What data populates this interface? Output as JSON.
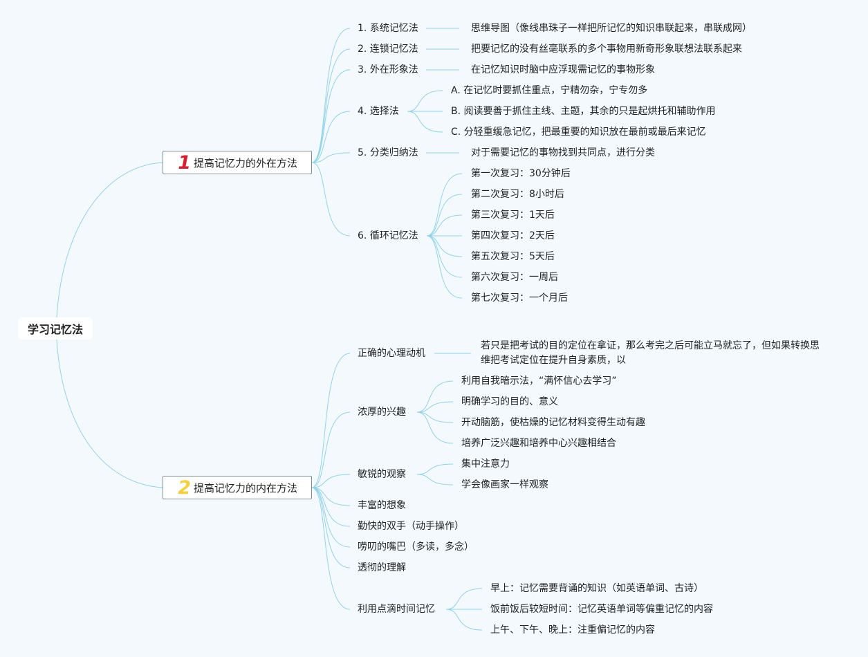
{
  "root": {
    "label": "学习记忆法"
  },
  "branches": [
    {
      "number": "1",
      "number_color": "#d6202d",
      "label": "提高记忆力的外在方法",
      "children": [
        {
          "label": "1. 系统记忆法",
          "details": [
            "思维导图（像线串珠子一样把所记忆的知识串联起来，串联成网）"
          ]
        },
        {
          "label": "2. 连锁记忆法",
          "details": [
            "把要记忆的没有丝毫联系的多个事物用新奇形象联想法联系起来"
          ]
        },
        {
          "label": "3. 外在形象法",
          "details": [
            "在记忆知识时脑中应浮现需记忆的事物形象"
          ]
        },
        {
          "label": "4. 选择法",
          "details": [
            "A. 在记忆时要抓住重点，宁精勿杂，宁专勿多",
            "B. 阅读要善于抓住主线、主题，其余的只是起烘托和辅助作用",
            "C. 分轻重缓急记忆，把最重要的知识放在最前或最后来记忆"
          ]
        },
        {
          "label": "5. 分类归纳法",
          "details": [
            "对于需要记忆的事物找到共同点，进行分类"
          ]
        },
        {
          "label": "6. 循环记忆法",
          "details": [
            "第一次复习：30分钟后",
            "第二次复习：8小时后",
            "第三次复习：1天后",
            "第四次复习：2天后",
            "第五次复习：5天后",
            "第六次复习：一周后",
            "第七次复习：一个月后"
          ]
        }
      ]
    },
    {
      "number": "2",
      "number_color": "#f5cf3c",
      "label": "提高记忆力的内在方法",
      "children": [
        {
          "label": "正确的心理动机",
          "details": [
            "若只是把考试的目的定位在拿证，那么考完之后可能立马就忘了，但如果转换思维把考试定位在提升自身素质，以"
          ]
        },
        {
          "label": "浓厚的兴趣",
          "details": [
            "利用自我暗示法，“满怀信心去学习”",
            "明确学习的目的、意义",
            "开动脑筋，使枯燥的记忆材料变得生动有趣",
            "培养广泛兴趣和培养中心兴趣相结合"
          ]
        },
        {
          "label": "敏锐的观察",
          "details": [
            "集中注意力",
            "学会像画家一样观察"
          ]
        },
        {
          "label": "丰富的想象",
          "details": []
        },
        {
          "label": "勤快的双手（动手操作）",
          "details": []
        },
        {
          "label": "唠叨的嘴巴（多读，多念）",
          "details": []
        },
        {
          "label": "透彻的理解",
          "details": []
        },
        {
          "label": "利用点滴时间记忆",
          "details": [
            "早上：记忆需要背诵的知识（如英语单词、古诗）",
            "饭前饭后较短时间：记忆英语单词等偏重记忆的内容",
            "上午、下午、晚上：注重偏记忆的内容"
          ]
        }
      ]
    }
  ],
  "colors": {
    "line": "#8fd3ea",
    "background": "#f3f9fd",
    "box_border": "#7f8f96"
  }
}
